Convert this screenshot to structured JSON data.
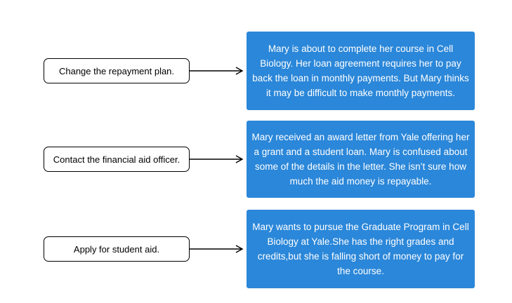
{
  "diagram": {
    "rows": [
      {
        "action": "Change the repayment plan.",
        "scenario": "Mary is about to complete her course in Cell Biology. Her loan agreement requires her to pay back the loan in monthly payments. But Mary thinks it may be difficult to make monthly payments."
      },
      {
        "action": "Contact the financial aid officer.",
        "scenario": "Mary received an award letter from Yale offering her a grant and a student loan. Mary is confused about some of the details in the letter. She isn’t sure how much the aid money is repayable."
      },
      {
        "action": "Apply for student aid.",
        "scenario": "Mary wants to pursue the Graduate Program in Cell Biology at Yale.She has the right grades and credits,but she is falling short of money to pay for the course."
      }
    ]
  },
  "colors": {
    "background": "#ffffff",
    "scenario_bg": "#2b87d9",
    "scenario_text": "#ffffff",
    "action_border": "#000000",
    "action_text": "#000000",
    "arrow": "#000000"
  }
}
